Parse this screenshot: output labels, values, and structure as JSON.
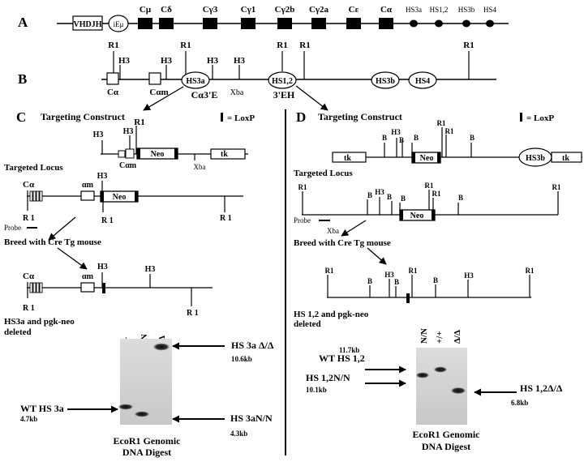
{
  "panels": {
    "A": "A",
    "B": "B",
    "C": "C",
    "D": "D"
  },
  "panel_a": {
    "vdj": "VHDJH",
    "iemu": "iEμ",
    "genes": [
      "Cμ",
      "Cδ",
      "Cγ3",
      "Cγ1",
      "Cγ2b",
      "Cγ2a",
      "Cε",
      "Cα"
    ],
    "hs": [
      "HS3a",
      "HS1,2",
      "HS3b",
      "HS4"
    ]
  },
  "panel_b": {
    "r1": "R1",
    "h3": "H3",
    "calpha": "Cα",
    "calpham": "Cαm",
    "hs3a": "HS3a",
    "hs12": "HS1,2",
    "hs3b": "HS3b",
    "hs4": "HS4",
    "xba": "Xba",
    "ca3e": "Cα3'E",
    "eh3": "3'EH"
  },
  "panel_c": {
    "construct_title": "Targeting  Construct",
    "loxp": "= LoxP",
    "h3": "H3",
    "r1": "R1",
    "neo": "Neo",
    "tk": "tk",
    "calpham": "Cαm",
    "xba": "Xba",
    "targeted_locus": "Targeted Locus",
    "calpha": "Cα",
    "alpham": "αm",
    "r1_spaced": "R 1",
    "probe": "Probe",
    "breed": "Breed with Cre Tg mouse",
    "deleted_line1": "HS3a and pgk-neo",
    "deleted_line2": "deleted",
    "lanes": [
      "+/+",
      "N/N",
      "Δ/Δ"
    ],
    "label_dd": "HS 3a Δ/Δ",
    "size_dd": "10.6kb",
    "label_wt": "WT HS 3a",
    "size_wt": "4.7kb",
    "label_nn": "HS 3aN/N",
    "size_nn": "4.3kb",
    "digest_line1": "EcoR1 Genomic",
    "digest_line2": "DNA Digest"
  },
  "panel_d": {
    "construct_title": "Targeting  Construct",
    "loxp": "= LoxP",
    "b": "B",
    "h3": "H3",
    "r1": "R1",
    "neo": "Neo",
    "tk": "tk",
    "hs3b": "HS3b",
    "targeted_locus": "Targeted Locus",
    "probe": "Probe",
    "xba": "Xba",
    "breed": "Breed with Cre Tg mouse",
    "deleted_line1": "HS 1,2 and pgk-neo",
    "deleted_line2": "deleted",
    "lanes": [
      "N/N",
      "+/+",
      "Δ/Δ"
    ],
    "size_wt": "11.7kb",
    "label_wt": "WT HS 1,2",
    "label_nn": "HS 1,2N/N",
    "size_nn": "10.1kb",
    "label_dd": "HS 1,2Δ/Δ",
    "size_dd": "6.8kb",
    "digest_line1": "EcoR1 Genomic",
    "digest_line2": "DNA Digest"
  }
}
